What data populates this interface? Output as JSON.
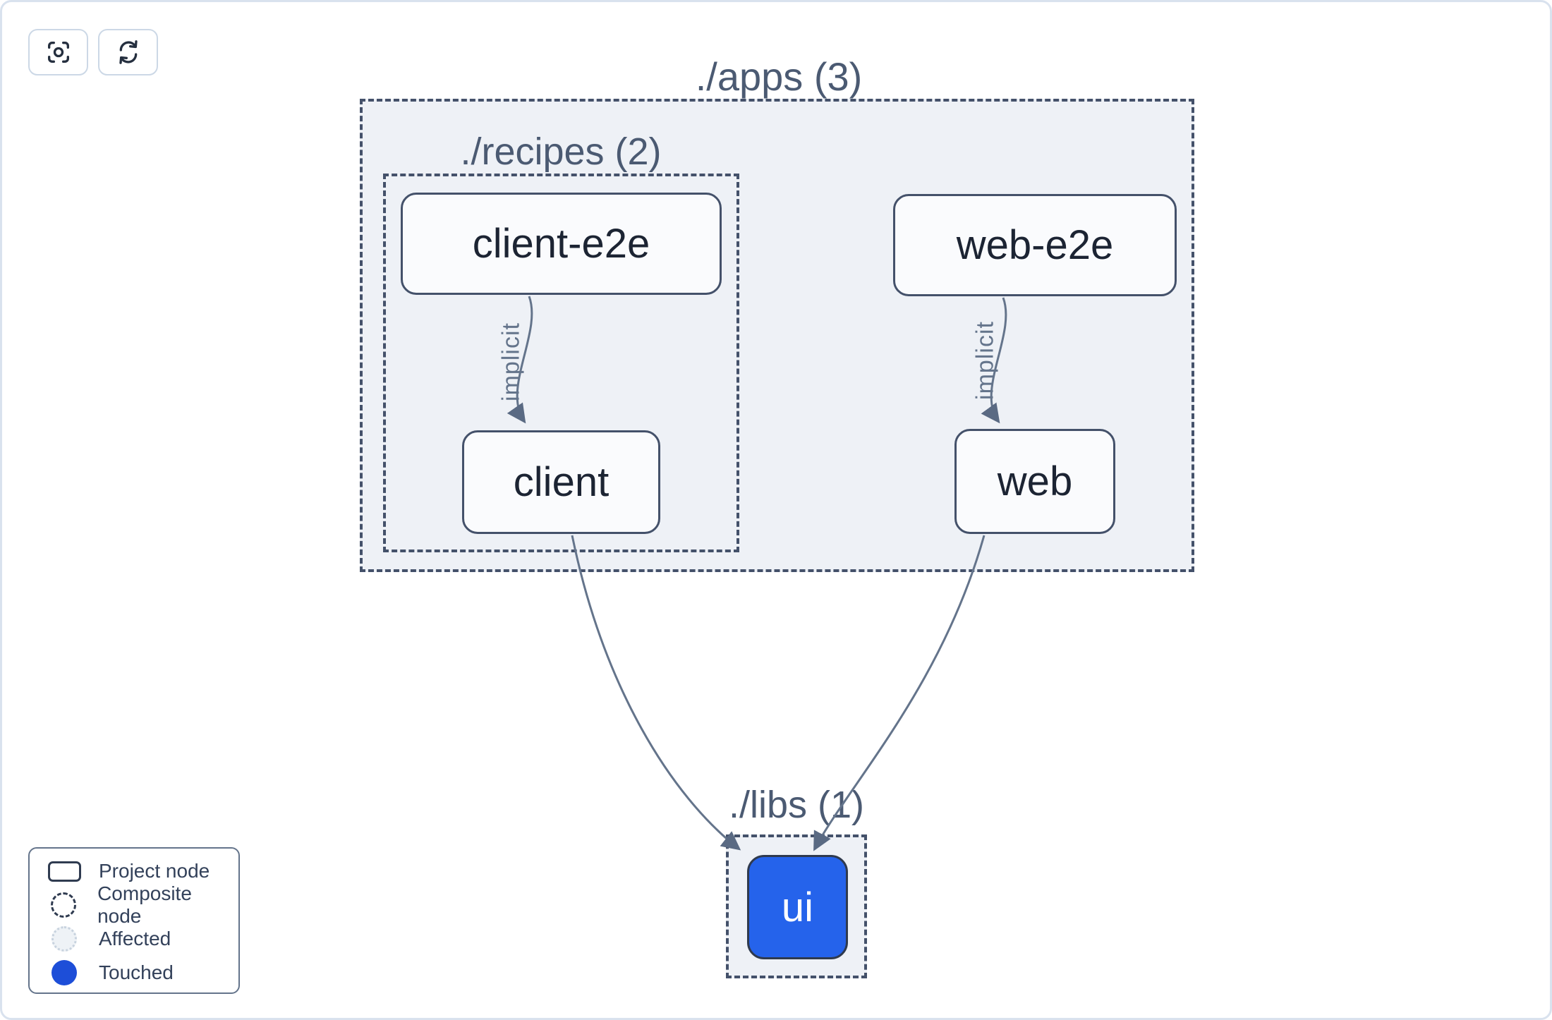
{
  "toolbar": {
    "buttons": [
      {
        "name": "center-view",
        "icon": "crosshair-focus-icon"
      },
      {
        "name": "refresh-graph",
        "icon": "refresh-cycle-icon"
      }
    ]
  },
  "graph": {
    "containers": [
      {
        "id": "apps",
        "label": "./apps (3)"
      },
      {
        "id": "recipes",
        "label": "./recipes (2)"
      },
      {
        "id": "libs",
        "label": "./libs (1)"
      }
    ],
    "nodes": [
      {
        "id": "client-e2e",
        "label": "client-e2e",
        "state": "default"
      },
      {
        "id": "web-e2e",
        "label": "web-e2e",
        "state": "default"
      },
      {
        "id": "client",
        "label": "client",
        "state": "default"
      },
      {
        "id": "web",
        "label": "web",
        "state": "default"
      },
      {
        "id": "ui",
        "label": "ui",
        "state": "touched"
      }
    ],
    "edges": [
      {
        "from": "client-e2e",
        "to": "client",
        "label": "implicit"
      },
      {
        "from": "web-e2e",
        "to": "web",
        "label": "implicit"
      },
      {
        "from": "client",
        "to": "ui",
        "label": ""
      },
      {
        "from": "web",
        "to": "ui",
        "label": ""
      }
    ]
  },
  "legend": {
    "items": [
      {
        "label": "Project node",
        "icon": "project-node-swatch"
      },
      {
        "label": "Composite node",
        "icon": "composite-node-swatch"
      },
      {
        "label": "Affected",
        "icon": "affected-swatch"
      },
      {
        "label": "Touched",
        "icon": "touched-swatch"
      }
    ]
  },
  "colors": {
    "touched_blue": "#1d4ed8",
    "node_blue": "#2563eb",
    "container_fill": "#eef1f6",
    "dash_border": "#44516a",
    "edge": "#64748b",
    "node_border": "#44516a",
    "node_fill": "#fafbfd",
    "node_text": "#1c2433",
    "container_label": "#4b5a72",
    "legend_text": "#33415a",
    "page_border": "#d9e2ee"
  }
}
